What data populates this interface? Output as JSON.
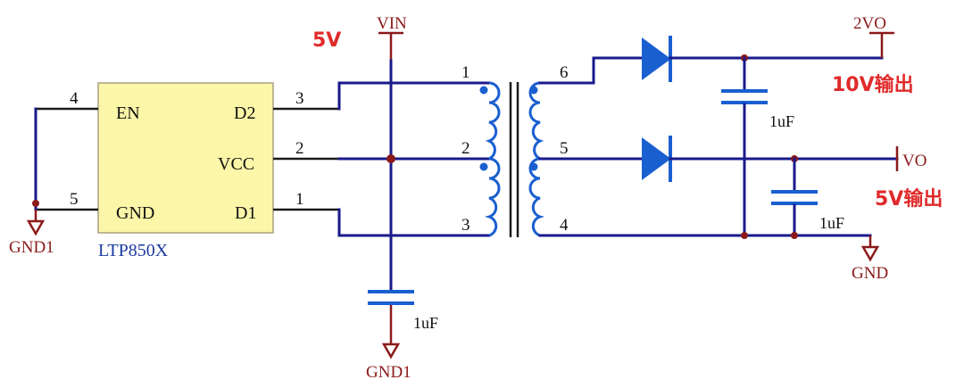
{
  "colors": {
    "wire": "#1a1a8c",
    "component": "#1a5fd0",
    "power_symbol": "#8b1a1a",
    "annotation": "#e02a2a",
    "ic_fill": "#fbf6a8"
  },
  "ic": {
    "name": "LTP850X",
    "pins": {
      "en": {
        "name": "EN",
        "number": "4"
      },
      "gnd": {
        "name": "GND",
        "number": "5"
      },
      "d2": {
        "name": "D2",
        "number": "3"
      },
      "vcc": {
        "name": "VCC",
        "number": "2"
      },
      "d1": {
        "name": "D1",
        "number": "1"
      }
    }
  },
  "transformer": {
    "primary_pins": {
      "top": "1",
      "mid": "2",
      "bottom": "3"
    },
    "secondary_pins": {
      "top": "6",
      "mid": "5",
      "bottom": "4"
    }
  },
  "capacitors": {
    "input": "1uF",
    "output_high": "1uF",
    "output_low": "1uF"
  },
  "nets": {
    "vin": "VIN",
    "gnd1_left": "GND1",
    "gnd1_bottom": "GND1",
    "out_high": "2VO",
    "out_low": "VO",
    "gnd": "GND"
  },
  "annotations": {
    "input_voltage": "5V",
    "out_high": "10V输出",
    "out_low": "5V输出"
  }
}
